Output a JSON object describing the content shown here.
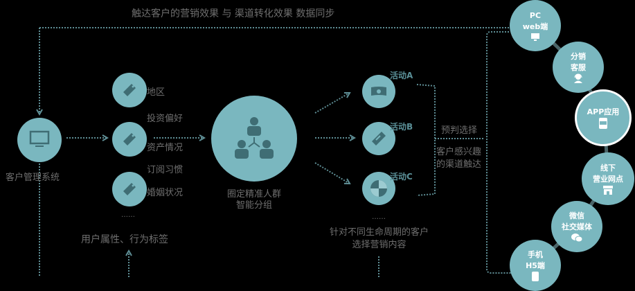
{
  "title": "触达客户的营销效果 与 渠道转化效果 数据同步",
  "crm": {
    "label": "客户管理系统",
    "icon": "monitor-icon"
  },
  "tags": {
    "labels": [
      "地区",
      "投资偏好",
      "资产情况",
      "订阅习惯",
      "婚姻状况"
    ],
    "ellipsis": "……",
    "caption": "用户属性、行为标签",
    "icon": "tag-icon"
  },
  "group": {
    "line1": "圈定精准人群",
    "line2": "智能分组",
    "icon": "people-hierarchy-icon"
  },
  "activities": {
    "items": [
      {
        "label": "活动A",
        "icon": "cash-icon"
      },
      {
        "label": "活动B",
        "icon": "ticket-icon"
      },
      {
        "label": "活动C",
        "icon": "pie-icon"
      }
    ],
    "ellipsis": "……",
    "caption_line1": "针对不同生命周期的客户",
    "caption_line2": "选择营销内容"
  },
  "predict": {
    "label": "预判选择",
    "line1": "客户感兴趣",
    "line2": "的渠道触达"
  },
  "channels": [
    {
      "line1": "PC",
      "line2": "web端",
      "icon": "monitor-icon"
    },
    {
      "line1": "分销",
      "line2": "客服",
      "icon": "headset-icon"
    },
    {
      "line1": "APP应用",
      "line2": "",
      "icon": "app-phone-icon"
    },
    {
      "line1": "线下",
      "line2": "营业网点",
      "icon": "store-icon"
    },
    {
      "line1": "微信",
      "line2": "社交媒体",
      "icon": "wechat-icon"
    },
    {
      "line1": "手机",
      "line2": "H5端",
      "icon": "phone-icon"
    }
  ],
  "colors": {
    "circle": "#7ab7bf",
    "icon": "#3f6d74",
    "text": "#6e6e6e",
    "accent": "#5a8f97"
  }
}
